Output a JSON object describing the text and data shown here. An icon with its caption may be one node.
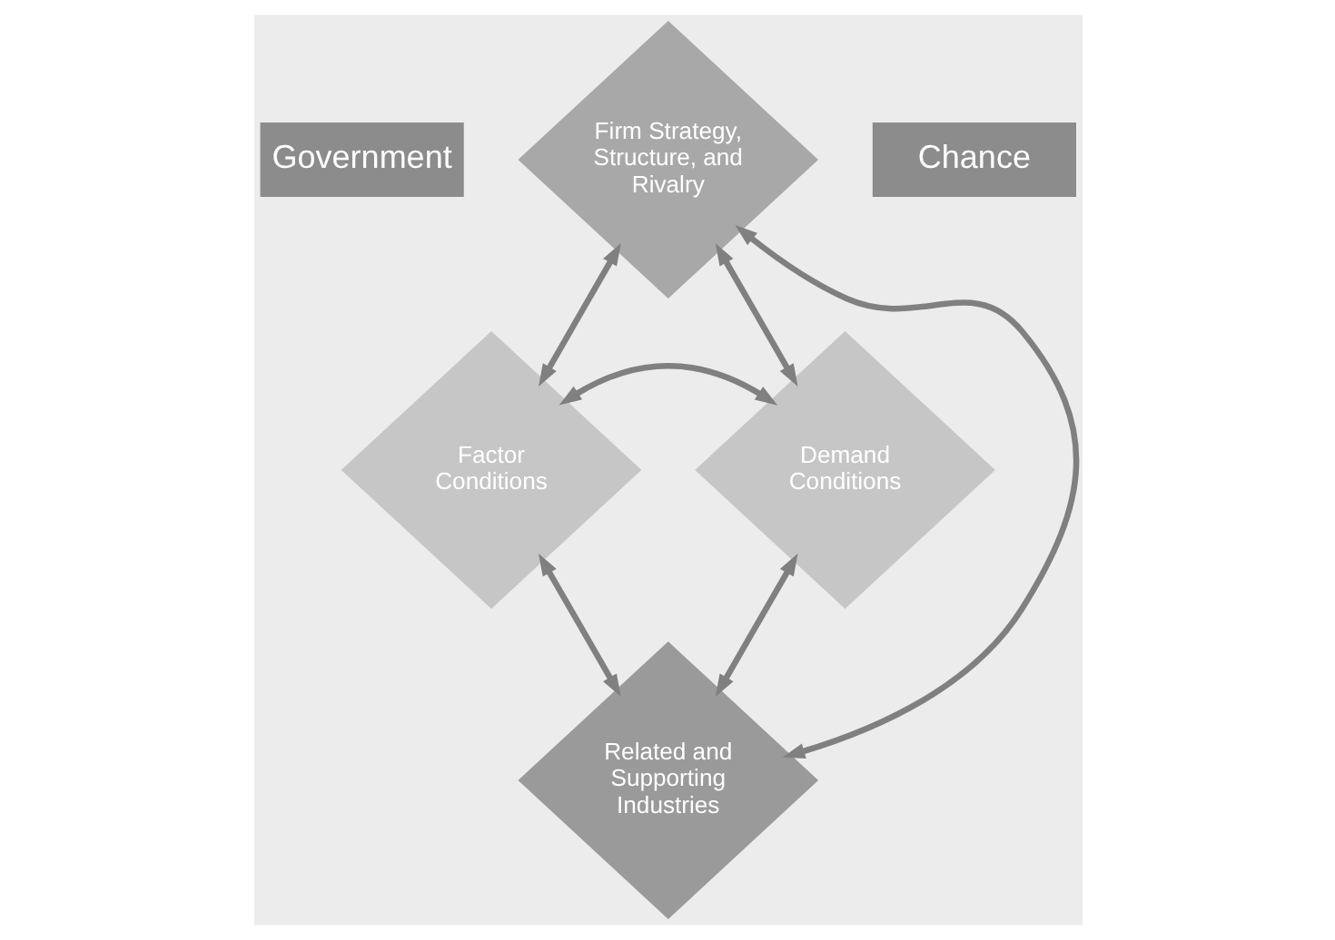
{
  "diagram": {
    "nodes": [
      {
        "text": [
          "Government"
        ]
      },
      {
        "text": [
          "Firm Strategy, Structure, and Rivalry"
        ]
      },
      {
        "text": [
          "Chance"
        ]
      },
      {
        "text": [
          "Factor Conditions"
        ]
      },
      {
        "text": [
          "Demand Conditions"
        ]
      },
      {
        "text": [
          "Related and Supporting Industries"
        ]
      }
    ],
    "edges": [
      {
        "from": 1,
        "to": 3,
        "arrow": "both"
      },
      {
        "from": 1,
        "to": 4,
        "arrow": "both"
      },
      {
        "from": 3,
        "to": 5,
        "arrow": "both"
      },
      {
        "from": 4,
        "to": 5,
        "arrow": "both"
      },
      {
        "from": 1,
        "to": 5,
        "arrow": "both"
      },
      {
        "from": 3,
        "to": 4,
        "arrow": "both"
      }
    ]
  }
}
